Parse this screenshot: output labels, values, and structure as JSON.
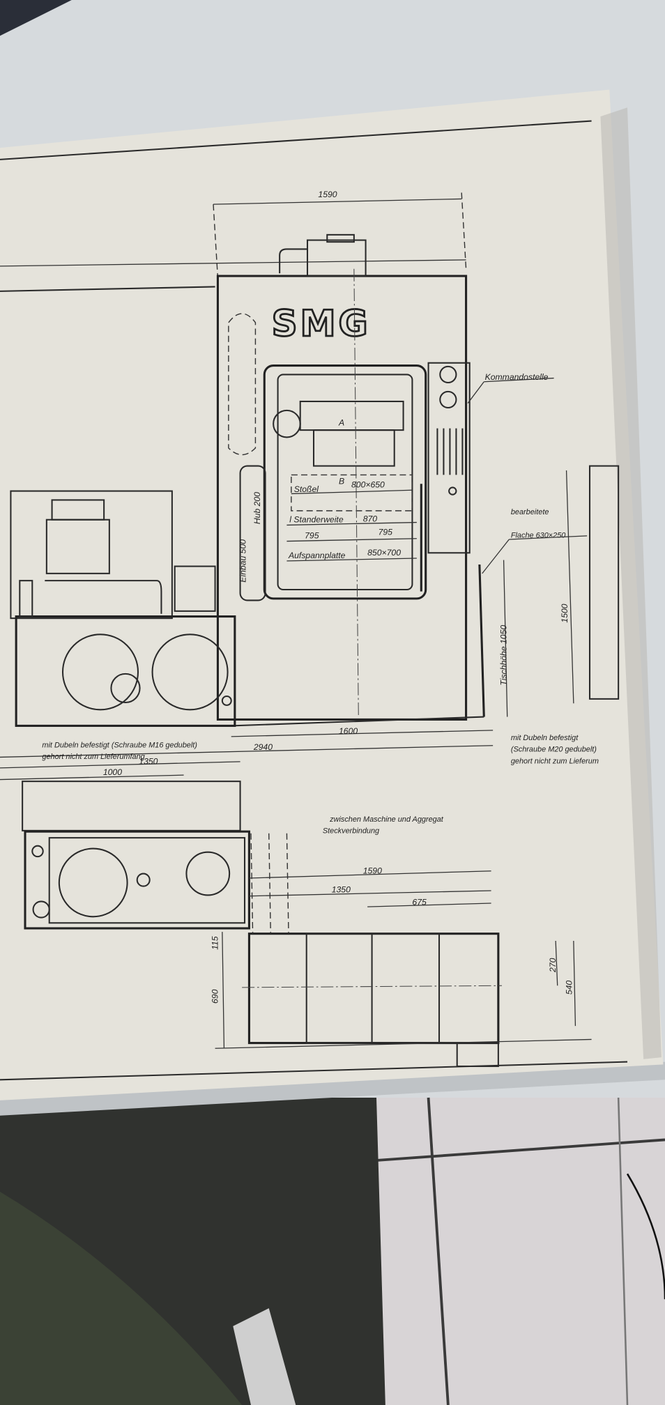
{
  "drawing": {
    "brand_logo": "SMG",
    "top_width_dim": "1590",
    "labels": {
      "command_station": "Kommandostelle",
      "ram": "Stoßel",
      "ram_size": "800×650",
      "column_width": "l Standerweite",
      "column_width_value": "870",
      "half_left": "795",
      "half_right": "795",
      "clamping_plate": "Aufspannplatte",
      "clamping_plate_size": "850×700",
      "section_a": "A",
      "section_b": "B",
      "installation": "Einbau 500",
      "stroke": "Hub 200",
      "machined_surface_1": "bearbeitete",
      "machined_surface_2": "Flache 630×250",
      "table_height": "Tischhöhe 1050",
      "height_1500": "1500"
    },
    "notes": {
      "left_1": "mit Dubeln befestigt (Schraube M16 gedubelt)",
      "left_2": "gehort nicht zum Lieferumfang",
      "right_1": "mit Dubeln befestigt",
      "right_2": "(Schraube M20 gedubelt)",
      "right_3": "gehort nicht zum Lieferum",
      "connection_1": "zwischen Maschine und Aggregat",
      "connection_2": "Steckverbindung"
    },
    "dimensions": {
      "d1600": "1600",
      "d2940": "2940",
      "d1350_top": "1350",
      "d1000": "1000",
      "d1590_plan": "1590",
      "d1350_plan": "1350",
      "d675": "675",
      "d115": "115",
      "d690": "690",
      "d270": "270",
      "d540": "540"
    }
  }
}
